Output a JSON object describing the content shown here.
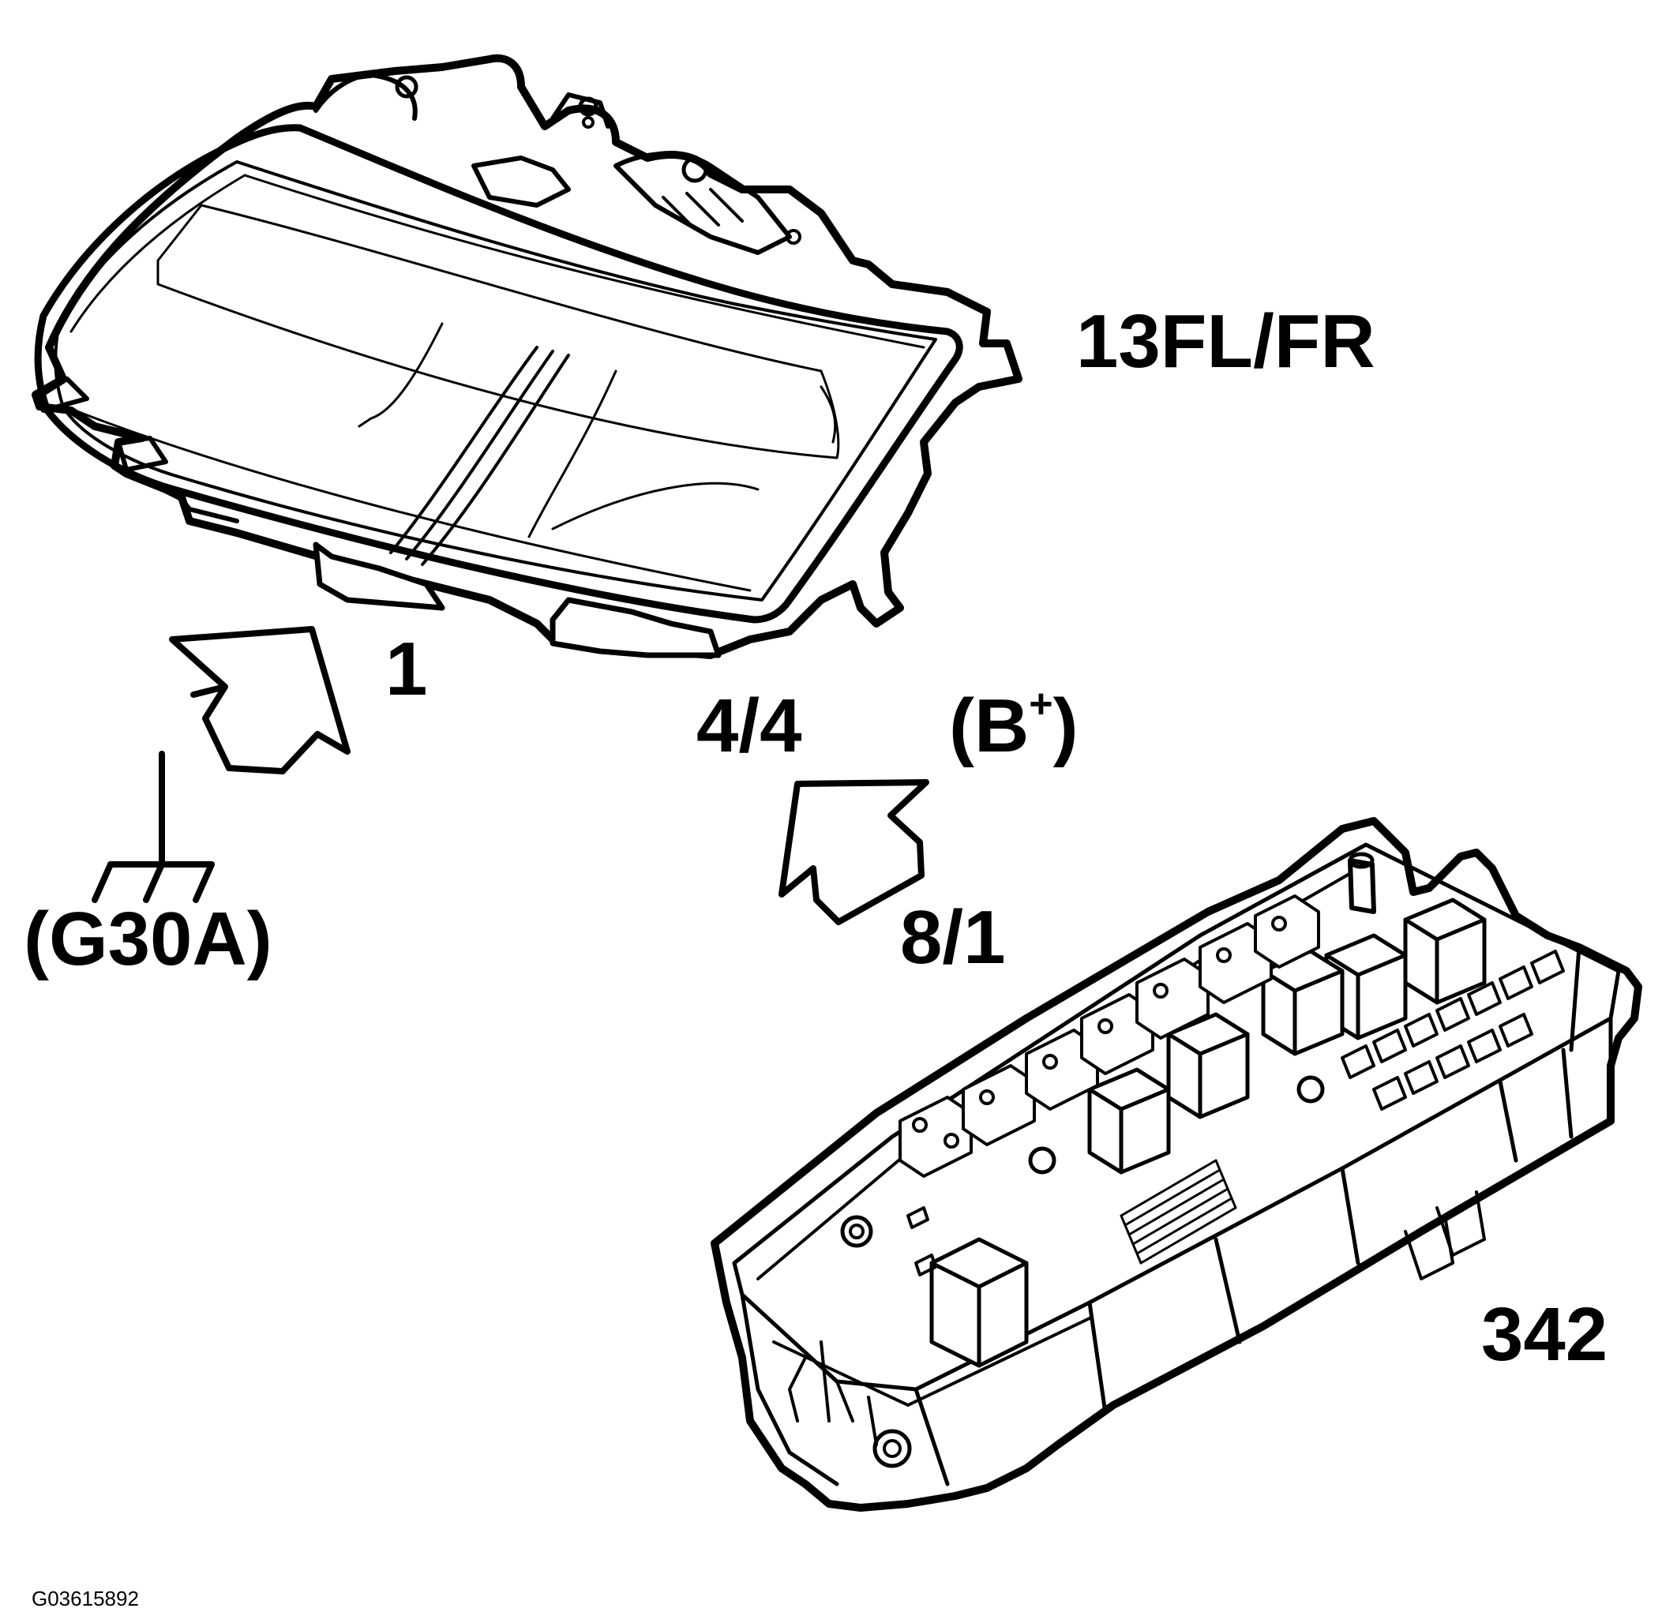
{
  "labels": {
    "headlamp": "13FL/FR",
    "fusebox": "342",
    "headlamp_pin": "1",
    "connector_4_4": "4/4",
    "battery_prefix": "(B",
    "battery_sup": "+",
    "battery_suffix": ")",
    "ground_id": "(G30A)",
    "connector_8_1": "8/1",
    "figure_code": "G03615892"
  },
  "colors": {
    "ink": "#000000",
    "paper": "#ffffff"
  },
  "icons": {
    "ground": "ground-symbol-icon",
    "arrow": "arrow-icon"
  }
}
